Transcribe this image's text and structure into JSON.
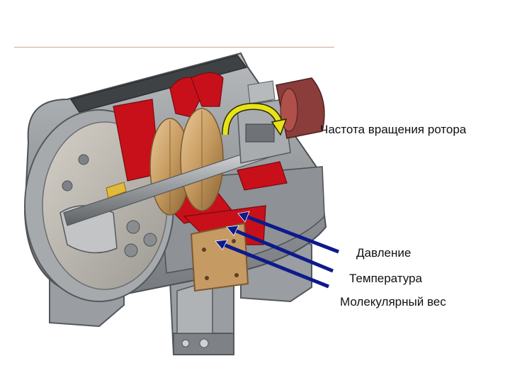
{
  "labels": {
    "rotor_speed": "Частота вращения ротора",
    "pressure": "Давление",
    "temperature": "Температура",
    "molecular_weight": "Молекулярный вес"
  },
  "colors": {
    "casing_gray": "#8e9196",
    "casing_light": "#b7babd",
    "casing_dark": "#55585c",
    "flow_red": "#c8101a",
    "impeller_bronze": "#c59a5f",
    "arrow_blue": "#0d1a8c",
    "rotation_arrow_yellow": "#e7e21a"
  }
}
